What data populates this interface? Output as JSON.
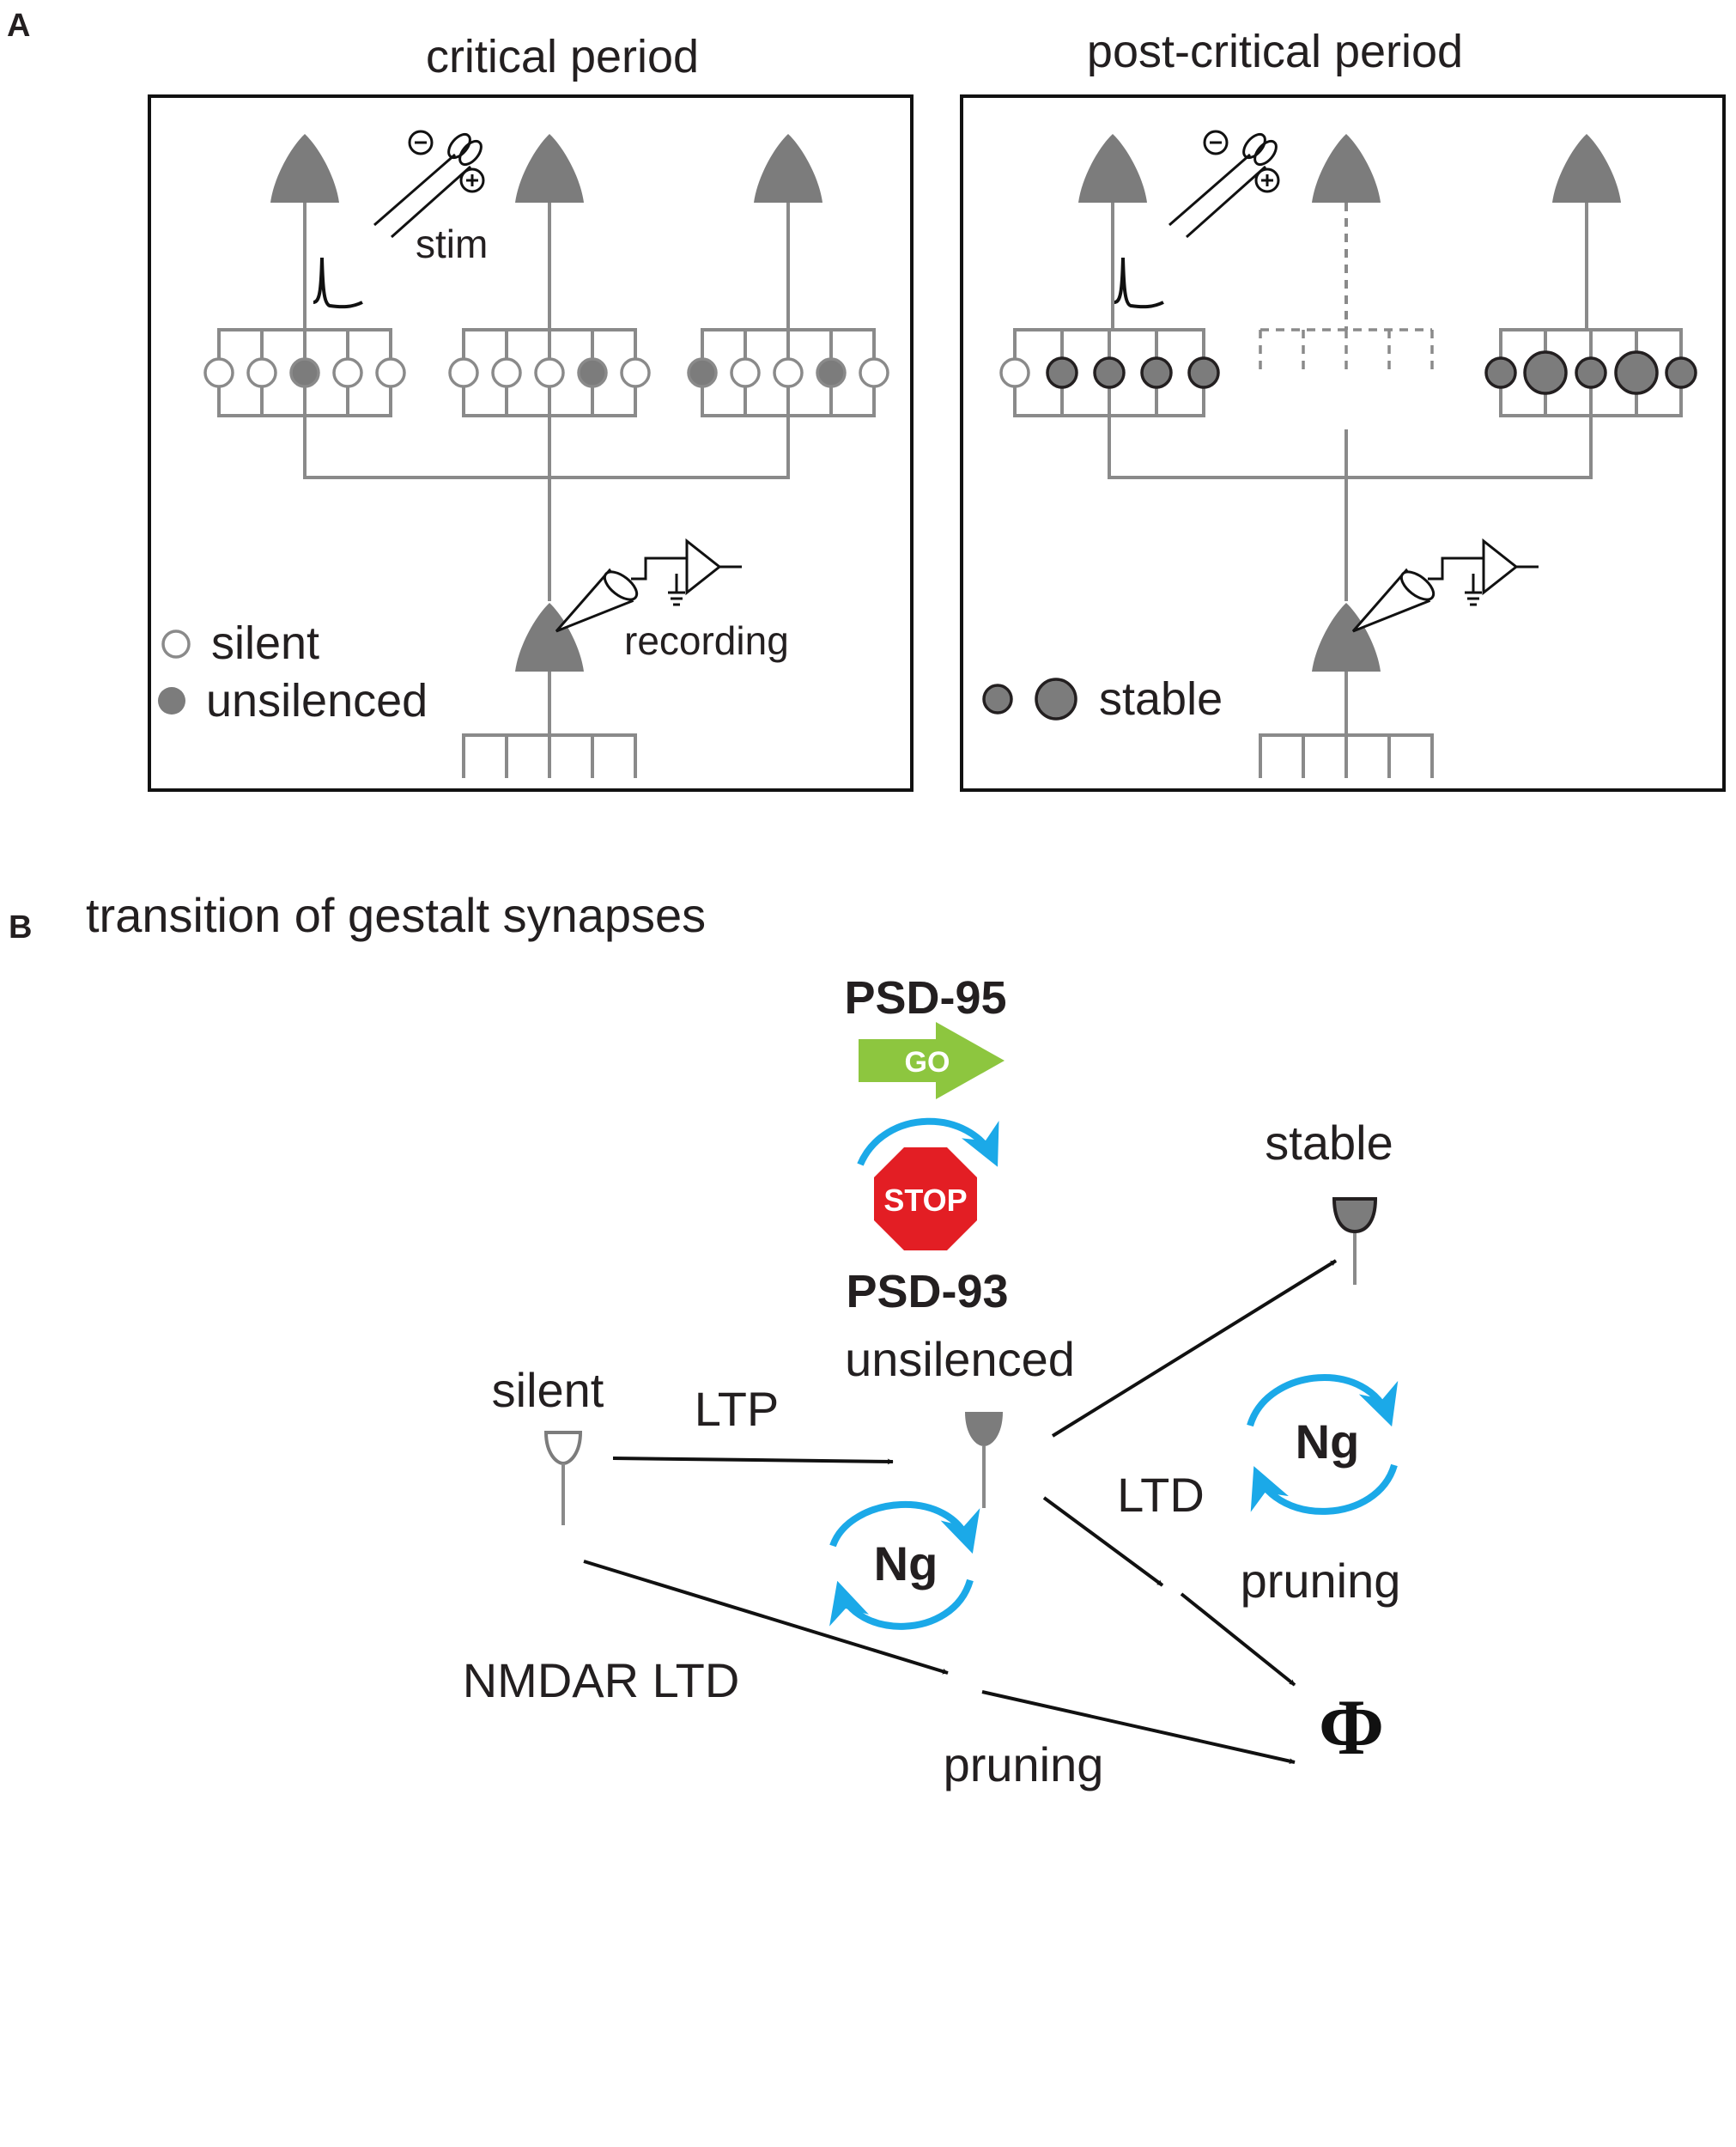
{
  "panel_a": {
    "label": "A",
    "left_title": "critical period",
    "right_title": "post-critical period",
    "stim_label": "stim",
    "recording_label": "recording",
    "legend_silent": "silent",
    "legend_unsilenced": "unsilenced",
    "legend_stable": "stable"
  },
  "panel_b": {
    "label": "B",
    "title": "transition of gestalt synapses",
    "psd95": "PSD-95",
    "go": "GO",
    "stop": "STOP",
    "psd93": "PSD-93",
    "silent": "silent",
    "ltp": "LTP",
    "unsilenced": "unsilenced",
    "stable": "stable",
    "ng_center": "Ng",
    "ng_right": "Ng",
    "ltd": "LTD",
    "pruning_right": "pruning",
    "nmdar_ltd": "NMDAR LTD",
    "pruning_bottom": "pruning",
    "phi": "Φ"
  },
  "colors": {
    "soma": "#7c7c7c",
    "neurite": "#8a8a8a",
    "go_green": "#8dc63f",
    "stop_red": "#e31e24",
    "cycle_blue": "#1ba9e8"
  }
}
